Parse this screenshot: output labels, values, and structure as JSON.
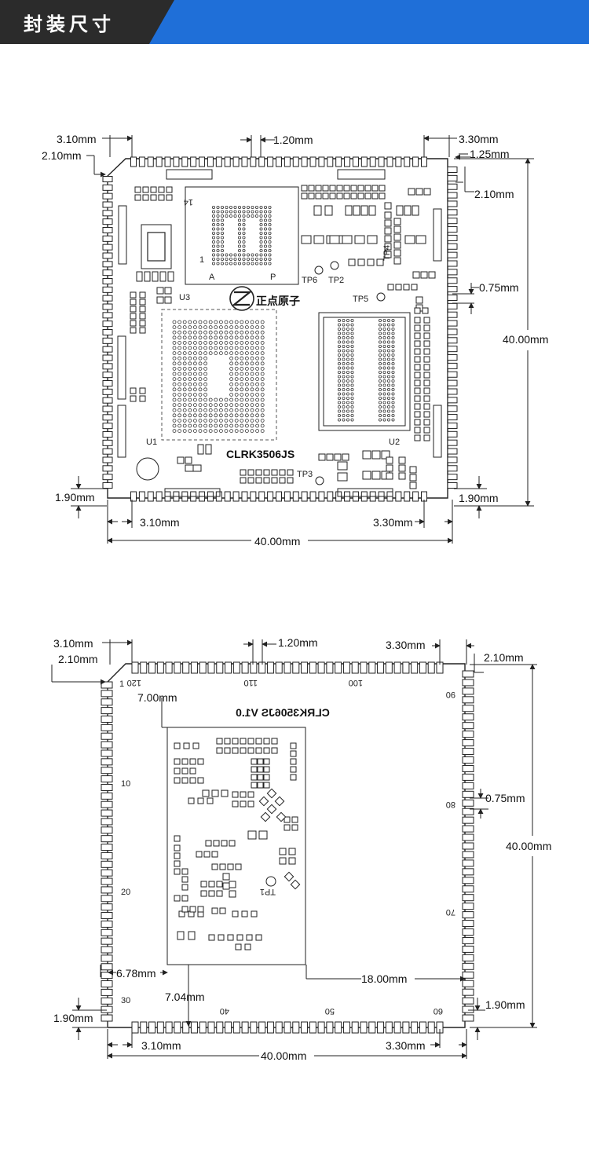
{
  "banner": {
    "title": "封装尺寸",
    "bg_dark": "#2b2b2b",
    "accent": "#1f6fd8"
  },
  "top_view": {
    "board_name": "CLRK3506JS",
    "logo_text": "正点原子",
    "silkscreen": {
      "u1": "U1",
      "u2": "U2",
      "u3": "U3",
      "tp2": "TP2",
      "tp3": "TP3",
      "tp4": "TP4",
      "tp5": "TP5",
      "tp6": "TP6",
      "pin14": "14",
      "pin1": "1",
      "rowA": "A",
      "rowP": "P"
    },
    "dims": {
      "top_left_offset": "3.10mm",
      "left_top_offset": "2.10mm",
      "pad_pitch": "1.20mm",
      "top_right_offset": "3.30mm",
      "right_top_small": "1.25mm",
      "right_top_offset": "2.10mm",
      "pad_width": "0.75mm",
      "height": "40.00mm",
      "bottom_left_v": "1.90mm",
      "bottom_right_v": "1.90mm",
      "bottom_left_h": "3.10mm",
      "bottom_right_h": "3.30mm",
      "width": "40.00mm"
    }
  },
  "bottom_view": {
    "mirror_text": "CLRK3506JS V1.0",
    "tp1": "TP1",
    "pin_numbers": {
      "p120": "120",
      "p1": "1",
      "p110": "110",
      "p100": "100",
      "p90": "90",
      "p80": "80",
      "p70": "70",
      "p10": "10",
      "p20": "20",
      "p30": "30",
      "p40": "40",
      "p50": "50",
      "p60": "60"
    },
    "dims": {
      "top_left_offset": "3.10mm",
      "left_top_offset": "2.10mm",
      "pad_pitch": "1.20mm",
      "top_right_offset": "3.30mm",
      "right_top_offset": "2.10mm",
      "keepout_top": "7.00mm",
      "pad_width": "0.75mm",
      "height": "40.00mm",
      "keepout_left": "6.78mm",
      "keepout_width": "18.00mm",
      "keepout_bottom": "7.04mm",
      "bottom_left_v": "1.90mm",
      "bottom_right_v": "1.90mm",
      "bottom_left_h": "3.10mm",
      "bottom_right_h": "3.30mm",
      "width": "40.00mm"
    }
  }
}
